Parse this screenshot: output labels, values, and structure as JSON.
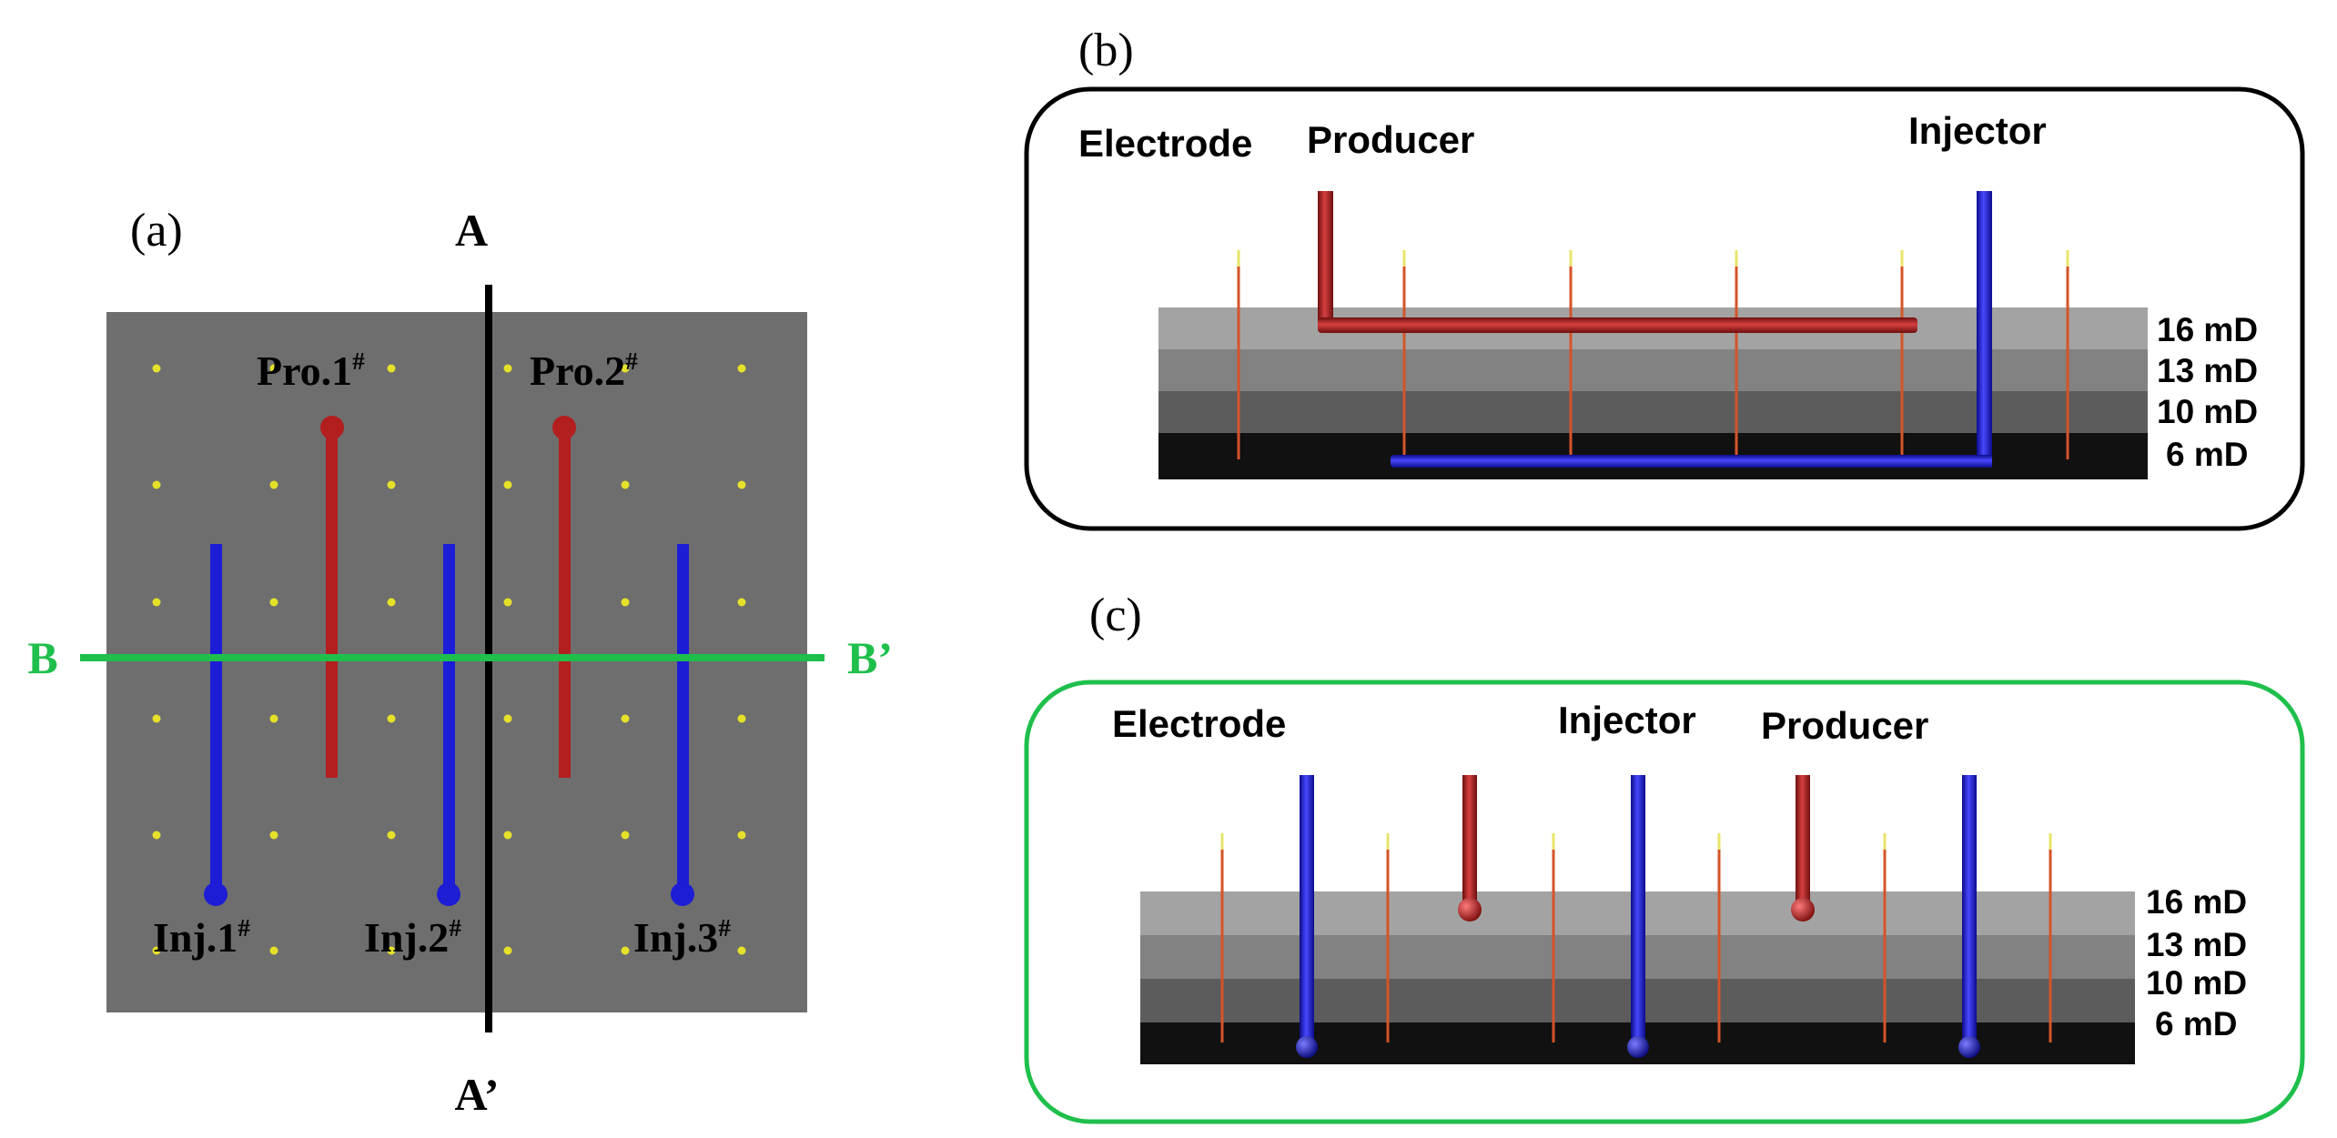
{
  "panel_a": {
    "label": "(a)",
    "section_a_top": "A",
    "section_a_bottom": "A’",
    "section_b_left": "B",
    "section_b_right": "B’",
    "producers": [
      {
        "name": "Pro.1",
        "sup": "#"
      },
      {
        "name": "Pro.2",
        "sup": "#"
      }
    ],
    "injectors": [
      {
        "name": "Inj.1",
        "sup": "#"
      },
      {
        "name": "Inj.2",
        "sup": "#"
      },
      {
        "name": "Inj.3",
        "sup": "#"
      }
    ],
    "colors": {
      "background": "#6e6e6e",
      "producer": "#b31e1e",
      "injector": "#1d1dd6",
      "electrode": "#e5e12a",
      "section_b": "#1fbf4c",
      "section_a": "#000000"
    }
  },
  "panel_b": {
    "label": "(b)",
    "labels": {
      "electrode": "Electrode",
      "producer": "Producer",
      "injector": "Injector"
    },
    "layers": [
      "16 mD",
      "13 mD",
      "10 mD",
      "6 mD"
    ],
    "border_color": "#000000"
  },
  "panel_c": {
    "label": "(c)",
    "labels": {
      "electrode": "Electrode",
      "injector": "Injector",
      "producer": "Producer"
    },
    "layers": [
      "16 mD",
      "13 mD",
      "10 mD",
      "6 mD"
    ],
    "border_color": "#1fbf4c"
  }
}
